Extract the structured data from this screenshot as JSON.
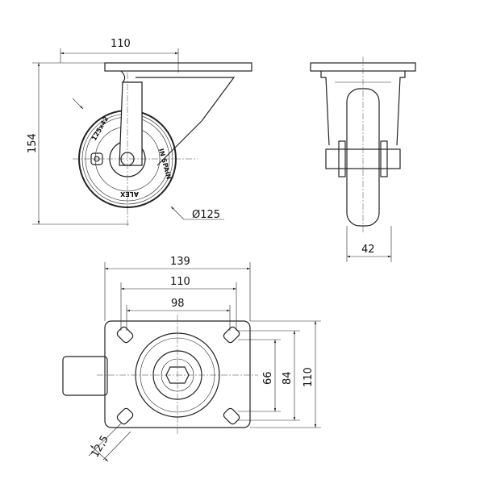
{
  "front_view": {
    "width_dim": "110",
    "height_dim": "154",
    "diameter_dim": "Ø125",
    "wheel_marking": "125x42",
    "made_in": "IN SPAIN",
    "brand": "ALEX"
  },
  "side_view": {
    "width_dim": "42"
  },
  "plan_view": {
    "plate_width_dim": "139",
    "hole_spacing_outer_dim": "110",
    "hole_spacing_inner_dim": "98",
    "plate_height_dim": "110",
    "hole_vertical_outer_dim": "84",
    "hole_vertical_inner_dim": "66",
    "slot_dim": "12,5"
  }
}
